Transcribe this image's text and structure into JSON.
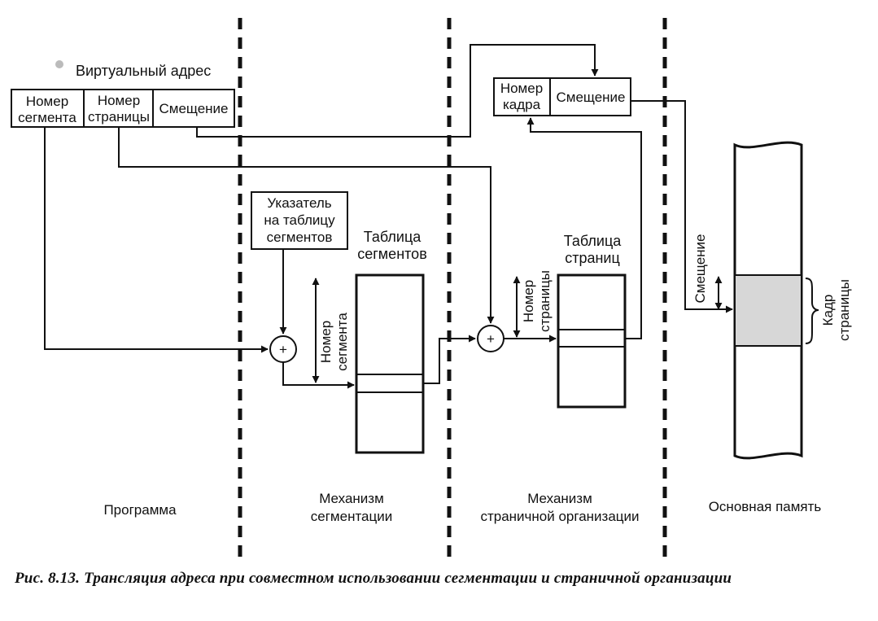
{
  "diagram": {
    "virtual_address_title": "Виртуальный адрес",
    "va_fields": {
      "segment_number": [
        "Номер",
        "сегмента"
      ],
      "page_number": [
        "Номер",
        "страницы"
      ],
      "offset": "Смещение"
    },
    "physical_address_fields": {
      "frame_number": [
        "Номер",
        "кадра"
      ],
      "offset": "Смещение"
    },
    "segment_table_pointer": [
      "Указатель",
      "на таблицу",
      "сегментов"
    ],
    "segment_table_title": [
      "Таблица",
      "сегментов"
    ],
    "segment_number_label": [
      "Номер",
      "сегмента"
    ],
    "page_table_title": [
      "Таблица",
      "страниц"
    ],
    "page_number_label": [
      "Номер",
      "страницы"
    ],
    "memory_offset_label": "Смещение",
    "page_frame_label": [
      "Кадр",
      "страницы"
    ],
    "adder_symbol": "+",
    "regions": {
      "program": "Программа",
      "segmentation": [
        "Механизм",
        "сегментации"
      ],
      "paging": [
        "Механизм",
        "страничной организации"
      ],
      "main_memory": "Основная память"
    }
  },
  "caption": {
    "figure_number": "Рис. 8.13.",
    "text": "Трансляция адреса при совместном использовании сегментации и страничной организации"
  }
}
